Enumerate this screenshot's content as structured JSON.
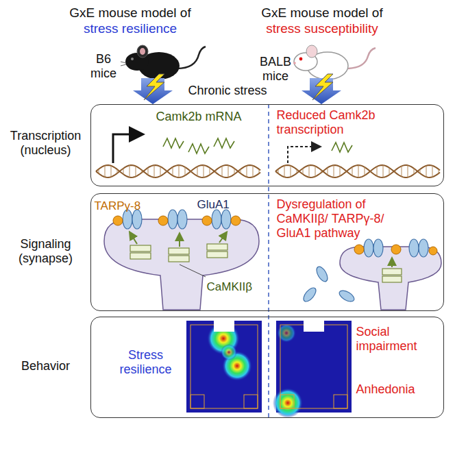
{
  "diagram": {
    "nodes": [
      {
        "text": [
          "Transcription (nucleus)",
          "Camk2b mRNA",
          "Reduced Camk2b transcription"
        ]
      },
      {
        "text": [
          "Signaling (synapse)",
          "TARPγ-8",
          "GluA1",
          "CaMKIIβ",
          "Dysregulation of CaMKIIβ/ TARPγ-8/ GluA1 pathway"
        ]
      },
      {
        "text": [
          "Behavior",
          "Stress resilience",
          "Social impairment",
          "Anhedonia"
        ]
      }
    ],
    "labels": [
      "GxE mouse model of",
      "stress resilience",
      "GxE mouse model of",
      "stress susceptibility",
      "B6",
      "mice",
      "BALB",
      "mice",
      "Chronic stress"
    ]
  }
}
